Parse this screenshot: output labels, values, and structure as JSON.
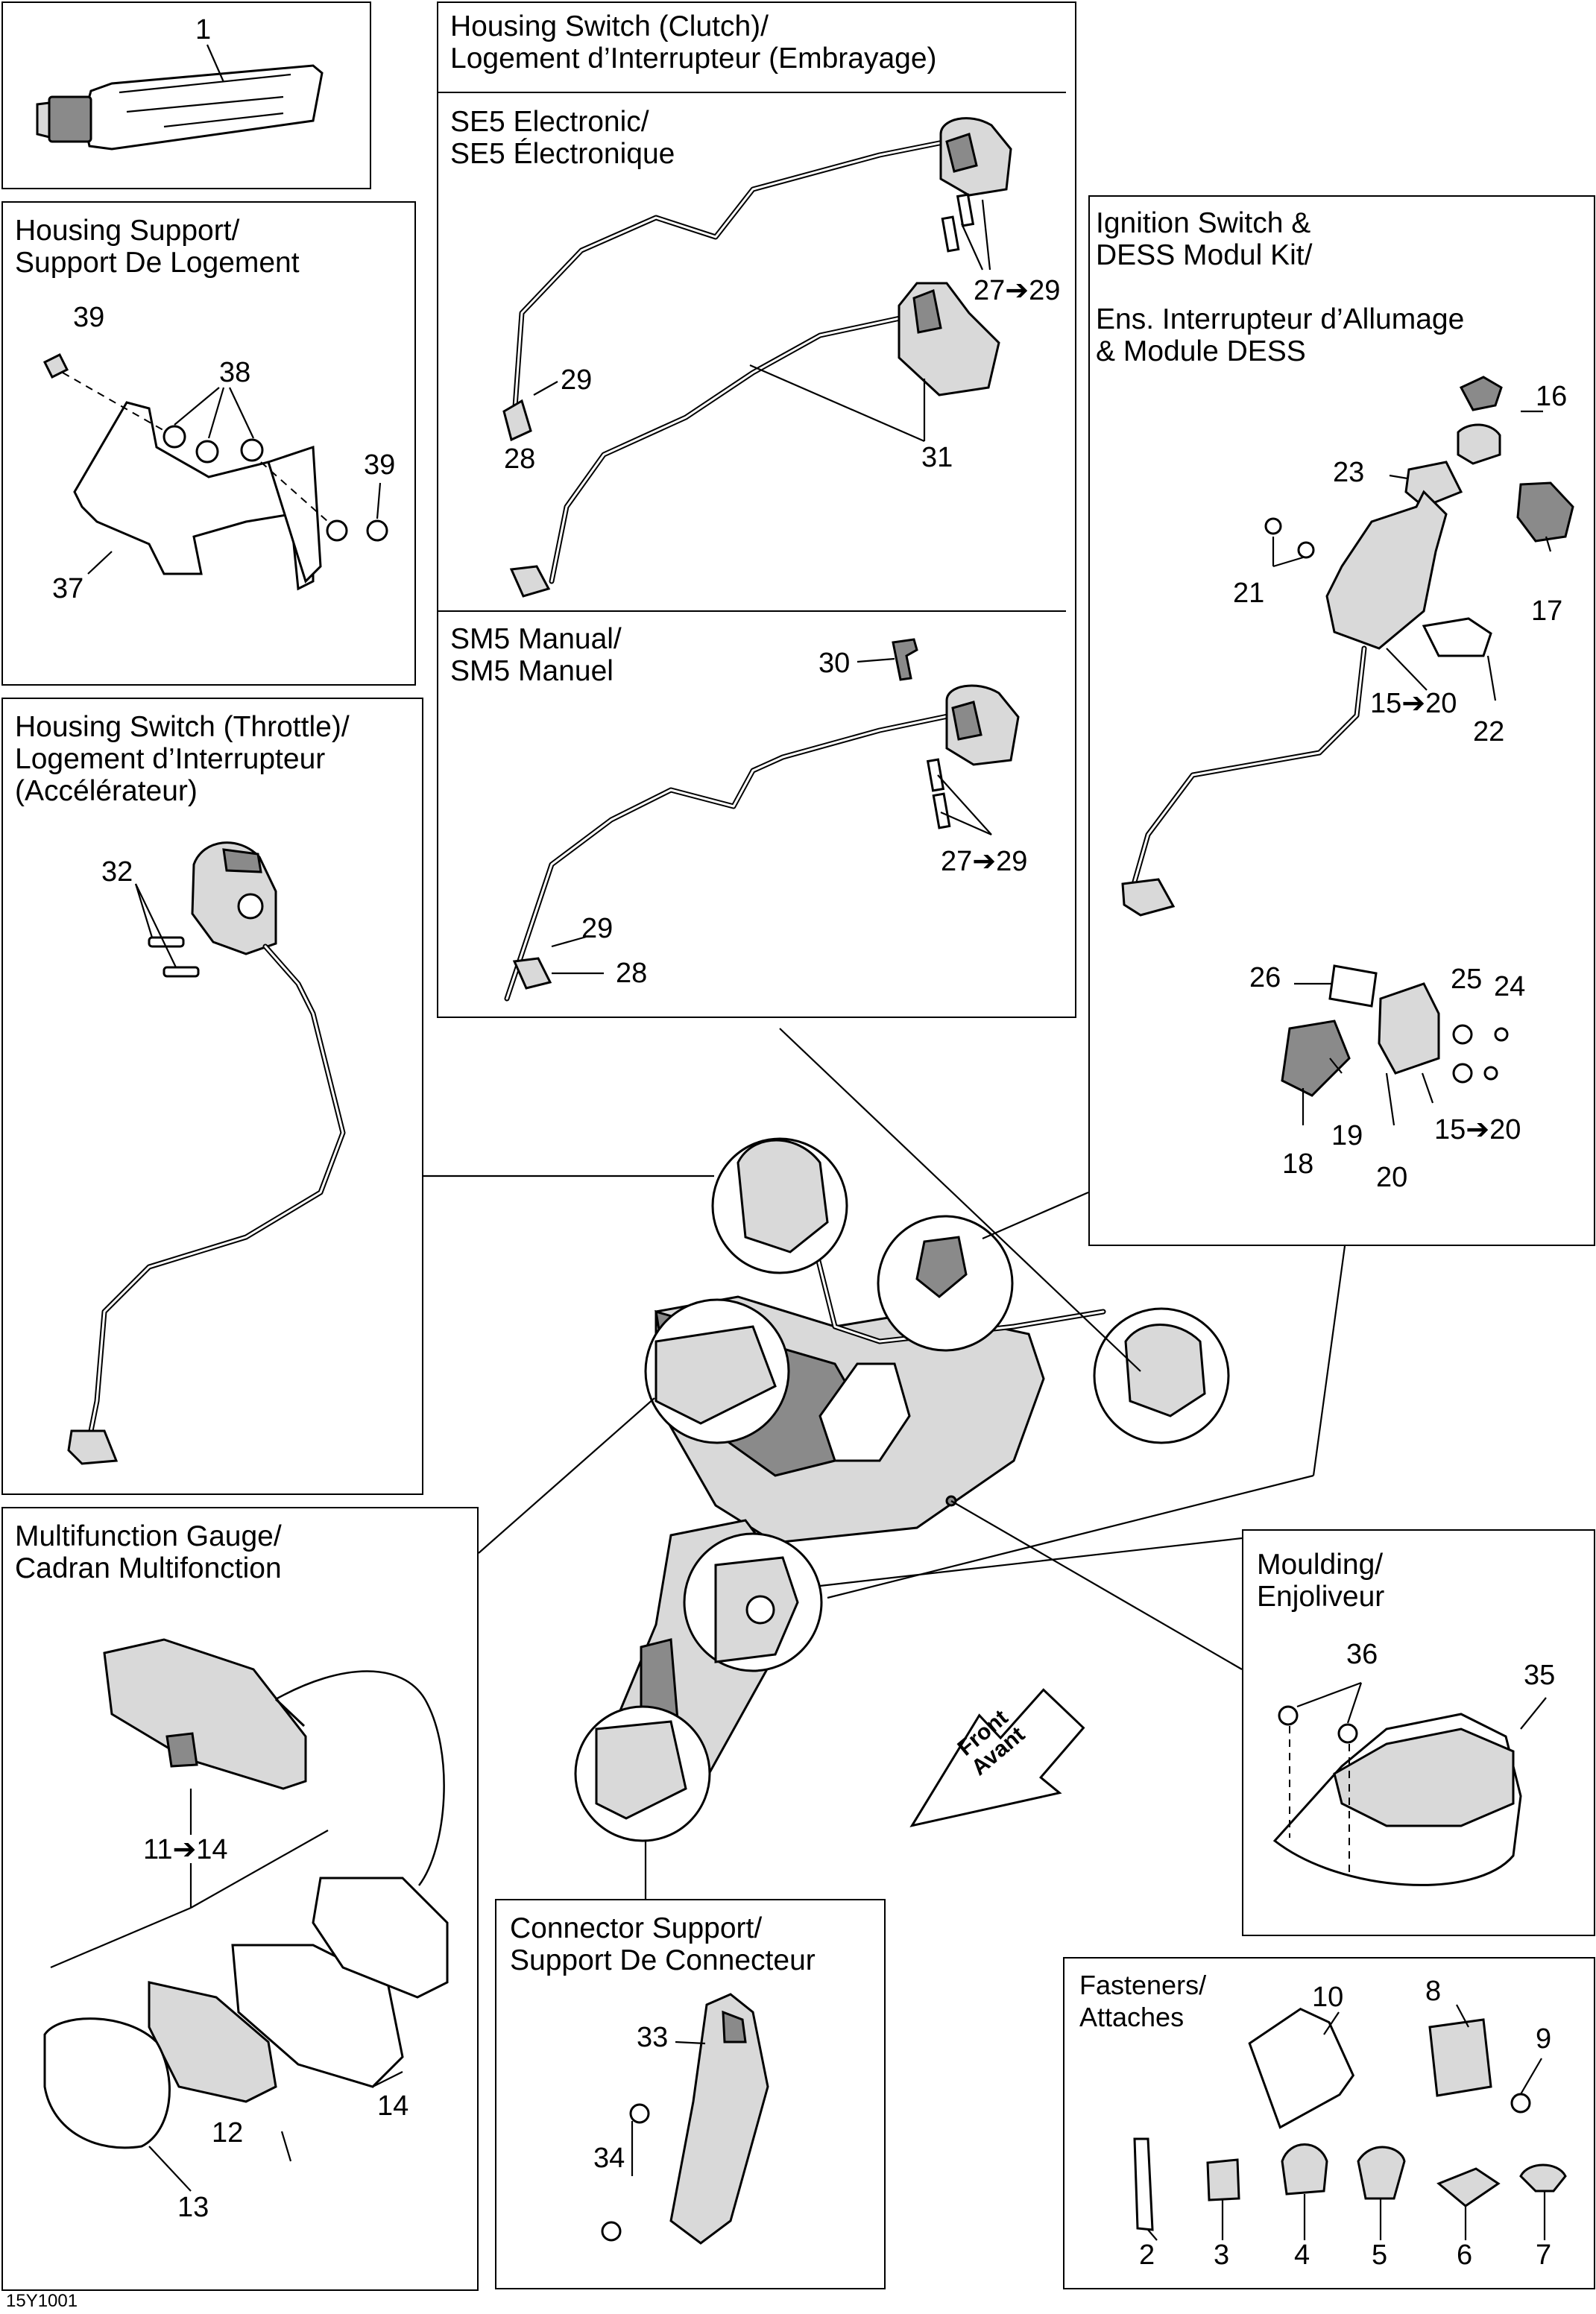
{
  "diagram_code": "15Y1001",
  "panels": {
    "compound": {
      "item": "1"
    },
    "housing_switch_clutch": {
      "title": "Housing Switch (Clutch)/\nLogement d’Interrupteur (Embrayage)",
      "se5_title": "SE5 Electronic/\nSE5 Électronique",
      "sm5_title": "SM5 Manual/\nSM5 Manuel",
      "se5_labels": {
        "screws": "27➔29",
        "housing": "31",
        "clip_a": "29",
        "clip_b": "28"
      },
      "sm5_labels": {
        "pin": "30",
        "screws": "27➔29",
        "clip_a": "29",
        "clip_b": "28"
      }
    },
    "housing_support": {
      "title": "Housing Support/\nSupport De Logement",
      "labels": {
        "nut_left": "39",
        "nuts_mid": "38",
        "nut_right": "39",
        "bracket": "37"
      }
    },
    "housing_switch_throttle": {
      "title": "Housing Switch (Throttle)/\nLogement d’Interrupteur\n(Accélérateur)",
      "labels": {
        "screws": "32"
      }
    },
    "ignition_switch": {
      "title": "Ignition Switch &\nDESS Modul Kit/\n\nEns. Interrupteur d’Allumage\n& Module DESS",
      "labels": {
        "key": "16",
        "cap": "23",
        "switch": "17",
        "screws": "21",
        "harness": "15➔20",
        "plug": "22",
        "gasket": "26",
        "washer": "25",
        "screw": "24",
        "connector": "18",
        "seal": "19",
        "module": "20",
        "harness_b": "15➔20"
      }
    },
    "multifunction_gauge": {
      "title": "Multifunction Gauge/\nCadran Multifonction",
      "labels": {
        "gauge": "11➔14",
        "gasket": "14",
        "lens": "12",
        "bezel": "13"
      }
    },
    "connector_support": {
      "title": "Connector Support/\nSupport De Connecteur",
      "labels": {
        "support": "33",
        "rivets": "34"
      }
    },
    "moulding": {
      "title": "Moulding/\nEnjoliveur",
      "labels": {
        "rivets": "36",
        "moulding": "35"
      }
    },
    "fasteners": {
      "title": "Fasteners/\nAttaches",
      "labels": {
        "tube": "10",
        "clip": "8",
        "push": "9",
        "items": [
          "2",
          "3",
          "4",
          "5",
          "6",
          "7"
        ]
      }
    }
  },
  "front_arrow": {
    "line1": "Front",
    "line2": "Avant"
  }
}
